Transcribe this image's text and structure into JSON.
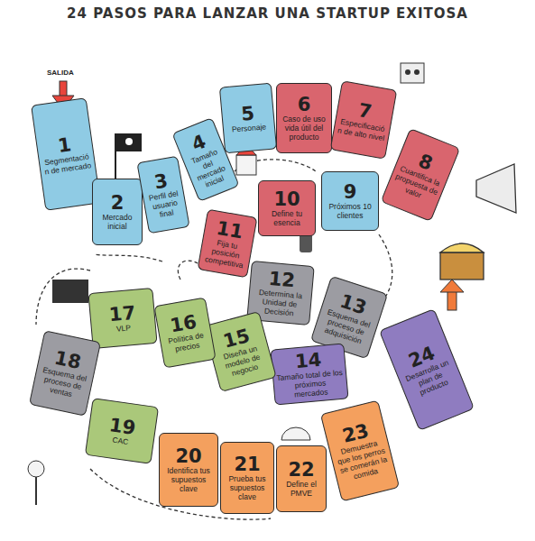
{
  "diagram": {
    "title": "24 PASOS PARA LANZAR UNA STARTUP EXITOSA",
    "nodes": [
      {
        "text": [
          "1",
          "Segmentación de mercado"
        ]
      },
      {
        "text": [
          "2",
          "Mercado inicial"
        ]
      },
      {
        "text": [
          "3",
          "Perfil del usuario final"
        ]
      },
      {
        "text": [
          "4",
          "Tamaño del mercado inicial"
        ]
      },
      {
        "text": [
          "5",
          "Personaje"
        ]
      },
      {
        "text": [
          "6",
          "Caso de uso vida útil del producto"
        ]
      },
      {
        "text": [
          "7",
          "Especificación de alto nivel"
        ]
      },
      {
        "text": [
          "8",
          "Cuantifica la propuesta de valor"
        ]
      },
      {
        "text": [
          "9",
          "Próximos 10 clientes"
        ]
      },
      {
        "text": [
          "10",
          "Define tu esencia"
        ]
      },
      {
        "text": [
          "11",
          "Fija tu posición competitiva"
        ]
      },
      {
        "text": [
          "12",
          "Determina la Unidad de Decisión"
        ]
      },
      {
        "text": [
          "13",
          "Esquema del proceso de adquisición"
        ]
      },
      {
        "text": [
          "14",
          "Tamaño total de los próximos mercados"
        ]
      },
      {
        "text": [
          "15",
          "Diseña un modelo de negocio"
        ]
      },
      {
        "text": [
          "16",
          "Política de precios"
        ]
      },
      {
        "text": [
          "17",
          "VLP"
        ]
      },
      {
        "text": [
          "18",
          "Esquema del proceso de ventas"
        ]
      },
      {
        "text": [
          "19",
          "CAC"
        ]
      },
      {
        "text": [
          "20",
          "Identifica tus supuestos clave"
        ]
      },
      {
        "text": [
          "21",
          "Prueba tus supuestos clave"
        ]
      },
      {
        "text": [
          "22",
          "Define el PMVE"
        ]
      },
      {
        "text": [
          "23",
          "Demuestra que los perros se comerán la comida"
        ]
      },
      {
        "text": [
          "24",
          "Desarrolla un plan de producto"
        ]
      }
    ],
    "labels": [
      "SALIDA"
    ]
  }
}
